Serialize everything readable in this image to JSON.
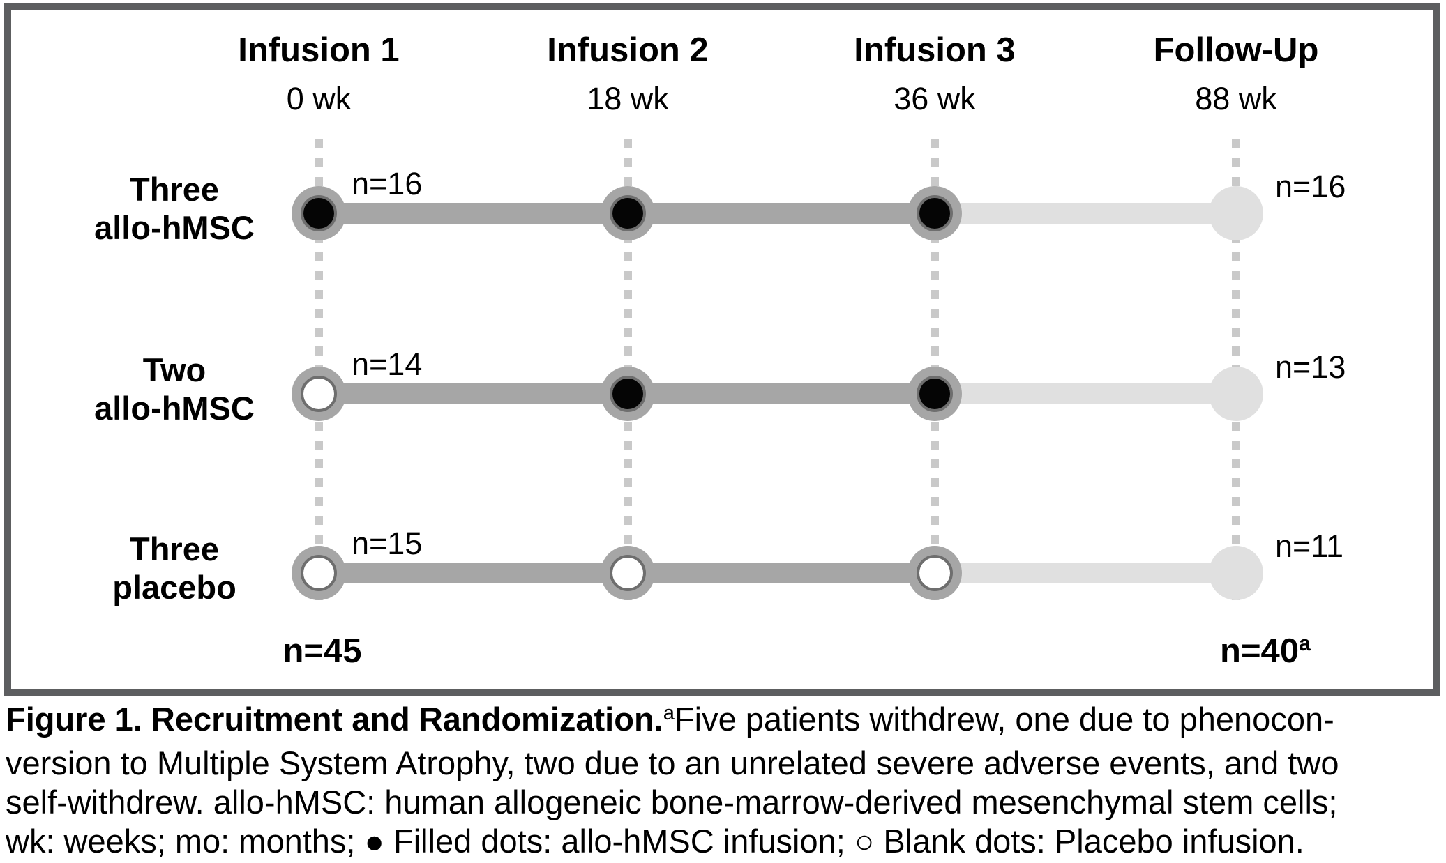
{
  "colors": {
    "mid_gray": "#a6a6a6",
    "ring_gray": "#6e6e6e",
    "light_gray": "#e0e0e0",
    "dash_gray": "#c9c9c9",
    "border_gray": "#5d5e60",
    "dot_black": "#050505"
  },
  "figure": {
    "columns": [
      {
        "title": "Infusion 1",
        "time": "0 wk"
      },
      {
        "title": "Infusion 2",
        "time": "18 wk"
      },
      {
        "title": "Infusion 3",
        "time": "36 wk"
      },
      {
        "title": "Follow-Up",
        "time": "88 wk"
      }
    ],
    "rows": [
      {
        "label_line1": "Three",
        "label_line2": "allo-hMSC",
        "n_start": "n=16",
        "n_end": "n=16",
        "dots": [
          "filled",
          "filled",
          "filled",
          "followup"
        ]
      },
      {
        "label_line1": "Two",
        "label_line2": "allo-hMSC",
        "n_start": "n=14",
        "n_end": "n=13",
        "dots": [
          "open",
          "filled",
          "filled",
          "followup"
        ]
      },
      {
        "label_line1": "Three",
        "label_line2": "placebo",
        "n_start": "n=15",
        "n_end": "n=11",
        "dots": [
          "open",
          "open",
          "open",
          "followup"
        ]
      }
    ],
    "total_start": "n=45",
    "total_end": "n=40",
    "total_end_sup": "a"
  },
  "caption": {
    "title_bold": "Figure 1. Recruitment and Randomization.",
    "footnote_sup": "a",
    "line1_rest": "Five patients withdrew, one due to phenocon-",
    "line2": "version to Multiple System Atrophy, two due to an unrelated severe adverse events, and two",
    "line3": "self-withdrew. allo-hMSC: human allogeneic bone-marrow-derived mesenchymal stem cells;",
    "line4": "wk: weeks; mo: months; ● Filled dots: allo-hMSC infusion; ○ Blank dots: Placebo infusion."
  }
}
